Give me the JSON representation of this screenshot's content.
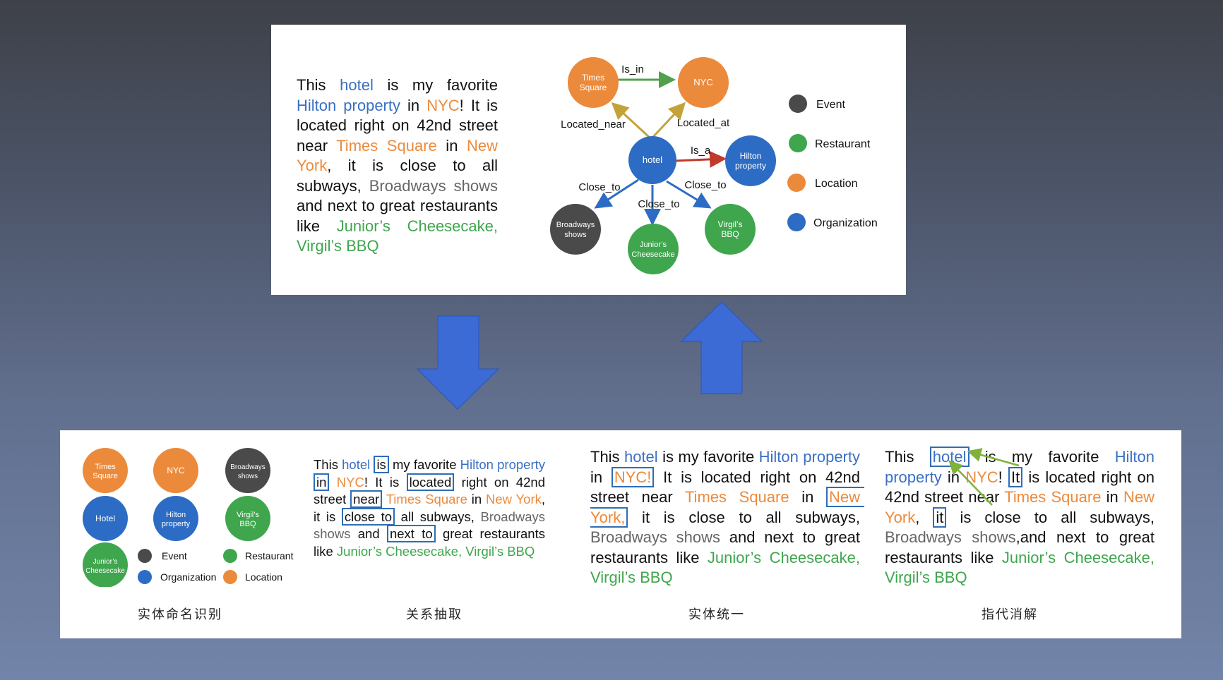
{
  "colors": {
    "event": "#4a4a4a",
    "restaurant": "#3fa64e",
    "location": "#ec8a3c",
    "organization": "#2d6cc4",
    "arrow": "#3b6fd6"
  },
  "top": {
    "sentence": [
      {
        "t": "This ",
        "c": ""
      },
      {
        "t": "hotel",
        "c": "blue"
      },
      {
        "t": " is my favorite ",
        "c": ""
      },
      {
        "t": "Hilton property",
        "c": "blue"
      },
      {
        "t": " in ",
        "c": ""
      },
      {
        "t": "NYC",
        "c": "orange"
      },
      {
        "t": "! It is located right on 42nd street near ",
        "c": ""
      },
      {
        "t": "Times Square",
        "c": "orange"
      },
      {
        "t": " in ",
        "c": ""
      },
      {
        "t": "New York",
        "c": "orange"
      },
      {
        "t": ", it is close to all subways, ",
        "c": ""
      },
      {
        "t": "Broadways shows",
        "c": "gray"
      },
      {
        "t": " and next to great restaurants like ",
        "c": ""
      },
      {
        "t": "Junior’s Cheesecake, Virgil’s BBQ",
        "c": "green"
      }
    ],
    "graph": {
      "nodes": {
        "times_square": [
          "Times",
          "Square"
        ],
        "nyc": [
          "NYC"
        ],
        "hotel": [
          "hotel"
        ],
        "hilton": [
          "Hilton",
          "property"
        ],
        "broadways": [
          "Broadways",
          "shows"
        ],
        "juniors": [
          "Junior’s",
          "Cheesecake"
        ],
        "virgils": [
          "Virgil’s",
          "BBQ"
        ]
      },
      "edges": {
        "is_in": "Is_in",
        "located_near": "Located_near",
        "located_at": "Located_at",
        "is_a": "Is_a",
        "close_to_1": "Close_to",
        "close_to_2": "Close_to",
        "close_to_3": "Close_to"
      }
    },
    "legend": {
      "event": "Event",
      "restaurant": "Restaurant",
      "location": "Location",
      "organization": "Organization"
    }
  },
  "bottom": {
    "ner": {
      "nodes": {
        "times_square": [
          "Times",
          "Square"
        ],
        "nyc": [
          "NYC"
        ],
        "broadways": [
          "Broadways",
          "shows"
        ],
        "hotel": [
          "Hotel"
        ],
        "hilton": [
          "Hilton",
          "property"
        ],
        "virgils": [
          "Virgil’s",
          "BBQ"
        ],
        "juniors": [
          "Junior’s",
          "Cheesecake"
        ]
      },
      "legend": {
        "event": "Event",
        "restaurant": "Restaurant",
        "organization": "Organization",
        "location": "Location"
      },
      "caption": "实体命名识别"
    },
    "relation": {
      "sentence": [
        {
          "t": "This ",
          "c": ""
        },
        {
          "t": "hotel",
          "c": "blue"
        },
        {
          "t": " ",
          "c": ""
        },
        {
          "t": "is",
          "c": "",
          "box": true
        },
        {
          "t": " my favorite ",
          "c": ""
        },
        {
          "t": "Hilton property",
          "c": "blue"
        },
        {
          "t": " ",
          "c": ""
        },
        {
          "t": "in",
          "c": "",
          "box": true
        },
        {
          "t": " ",
          "c": ""
        },
        {
          "t": "NYC",
          "c": "orange"
        },
        {
          "t": "! It is ",
          "c": ""
        },
        {
          "t": "located",
          "c": "",
          "box": true
        },
        {
          "t": " right on 42nd street ",
          "c": ""
        },
        {
          "t": "near",
          "c": "",
          "box": true
        },
        {
          "t": " ",
          "c": ""
        },
        {
          "t": "Times Square",
          "c": "orange"
        },
        {
          "t": " in ",
          "c": ""
        },
        {
          "t": "New York",
          "c": "orange"
        },
        {
          "t": ", it is ",
          "c": ""
        },
        {
          "t": "close to",
          "c": "",
          "box": true
        },
        {
          "t": " all subways, ",
          "c": ""
        },
        {
          "t": "Broadways shows",
          "c": "gray"
        },
        {
          "t": " and ",
          "c": ""
        },
        {
          "t": "next to",
          "c": "",
          "box": true
        },
        {
          "t": " great restaurants like ",
          "c": ""
        },
        {
          "t": "Junior’s Cheesecake, Virgil’s BBQ",
          "c": "green"
        }
      ],
      "caption": "关系抽取"
    },
    "unify": {
      "sentence": [
        {
          "t": "This ",
          "c": ""
        },
        {
          "t": "hotel",
          "c": "blue"
        },
        {
          "t": " is my favorite ",
          "c": ""
        },
        {
          "t": "Hilton property",
          "c": "blue"
        },
        {
          "t": " in ",
          "c": ""
        },
        {
          "t": "NYC!",
          "c": "orange",
          "box": true
        },
        {
          "t": " It is located right on 42nd street near ",
          "c": ""
        },
        {
          "t": "Times Square",
          "c": "orange"
        },
        {
          "t": " in ",
          "c": ""
        },
        {
          "t": "New York,",
          "c": "orange",
          "box": true
        },
        {
          "t": " it is close to all subways, ",
          "c": ""
        },
        {
          "t": "Broadways shows",
          "c": "gray"
        },
        {
          "t": " and next to great restaurants like ",
          "c": ""
        },
        {
          "t": "Junior’s Cheesecake, Virgil’s BBQ",
          "c": "green"
        }
      ],
      "caption": "实体统一"
    },
    "coref": {
      "sentence": [
        {
          "t": "This ",
          "c": ""
        },
        {
          "t": "hotel",
          "c": "blue",
          "box": true
        },
        {
          "t": " is my favorite ",
          "c": ""
        },
        {
          "t": "Hilton property",
          "c": "blue"
        },
        {
          "t": " in ",
          "c": ""
        },
        {
          "t": "NYC",
          "c": "orange"
        },
        {
          "t": "! ",
          "c": ""
        },
        {
          "t": "It",
          "c": "",
          "box": true
        },
        {
          "t": " is located right on 42nd street near ",
          "c": ""
        },
        {
          "t": "Times Square",
          "c": "orange"
        },
        {
          "t": " in ",
          "c": ""
        },
        {
          "t": "New York",
          "c": "orange"
        },
        {
          "t": ", ",
          "c": ""
        },
        {
          "t": "it",
          "c": "",
          "box": true
        },
        {
          "t": " is close to all subways, ",
          "c": ""
        },
        {
          "t": "Broadways shows",
          "c": "gray"
        },
        {
          "t": ",and next to great restaurants like ",
          "c": ""
        },
        {
          "t": "Junior’s Cheesecake, Virgil’s BBQ",
          "c": "green"
        }
      ],
      "caption": "指代消解"
    }
  }
}
